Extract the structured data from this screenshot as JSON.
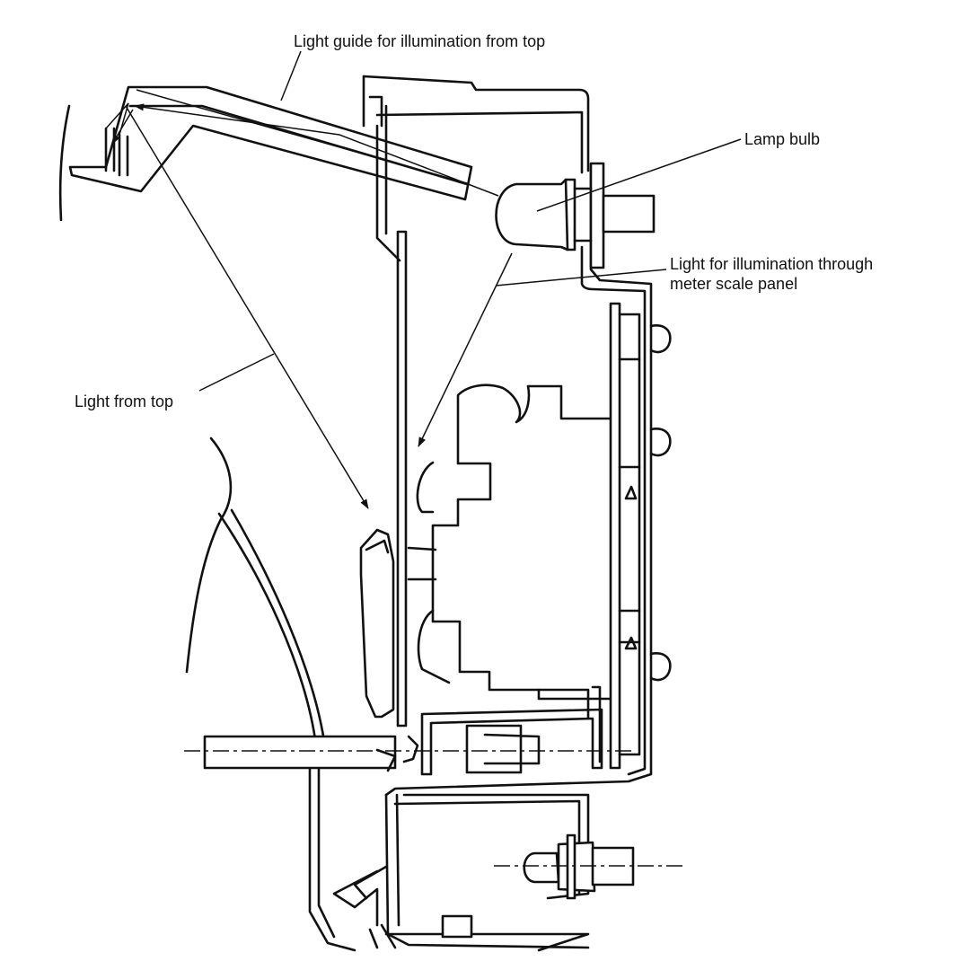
{
  "labels": {
    "light_guide": "Light guide for illumination from top",
    "lamp_bulb": "Lamp bulb",
    "meter_light_line1": "Light for illumination through",
    "meter_light_line2": "meter scale panel",
    "light_from_top": "Light from top"
  },
  "colors": {
    "ink": "#111111",
    "background": "#ffffff"
  }
}
